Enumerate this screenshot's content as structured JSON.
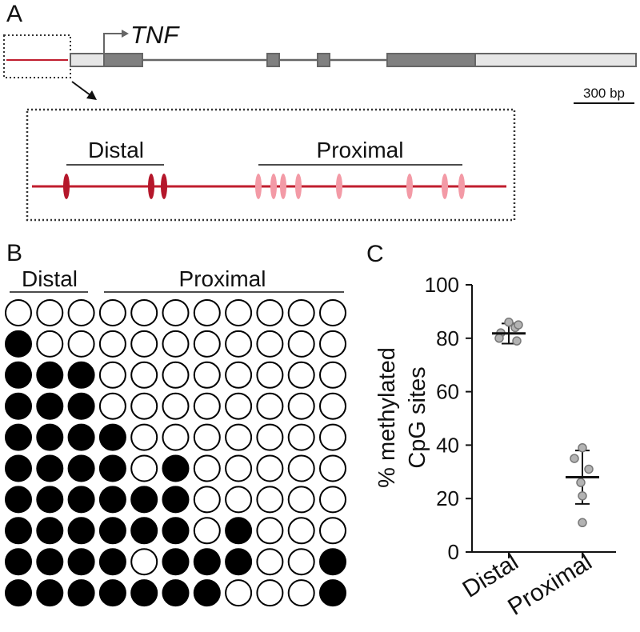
{
  "panel_a": {
    "label": "A",
    "gene_name": "TNF",
    "scalebar_label": "300 bp",
    "distal_label": "Distal",
    "proximal_label": "Proximal",
    "colors": {
      "cpg_region": "#c01d2e",
      "distal_site": "#b5172b",
      "proximal_site": "#f39aa6",
      "exon": "#808080",
      "utr": "#e6e6e6"
    }
  },
  "panel_b": {
    "label": "B",
    "distal_label": "Distal",
    "proximal_label": "Proximal",
    "columns_distal": 3,
    "columns_proximal": 8,
    "clones": [
      [
        0,
        0,
        0,
        0,
        0,
        0,
        0,
        0,
        0,
        0,
        0
      ],
      [
        1,
        0,
        0,
        0,
        0,
        0,
        0,
        0,
        0,
        0,
        0
      ],
      [
        1,
        1,
        1,
        0,
        0,
        0,
        0,
        0,
        0,
        0,
        0
      ],
      [
        1,
        1,
        1,
        0,
        0,
        0,
        0,
        0,
        0,
        0,
        0
      ],
      [
        1,
        1,
        1,
        1,
        0,
        0,
        0,
        0,
        0,
        0,
        0
      ],
      [
        1,
        1,
        1,
        1,
        0,
        1,
        0,
        0,
        0,
        0,
        0
      ],
      [
        1,
        1,
        1,
        1,
        1,
        1,
        0,
        0,
        0,
        0,
        0
      ],
      [
        1,
        1,
        1,
        1,
        1,
        1,
        0,
        1,
        0,
        0,
        0
      ],
      [
        1,
        1,
        1,
        1,
        0,
        1,
        1,
        1,
        0,
        0,
        1
      ],
      [
        1,
        1,
        1,
        1,
        1,
        1,
        1,
        0,
        0,
        0,
        1
      ]
    ]
  },
  "panel_c": {
    "label": "C",
    "chart_data": {
      "type": "scatter",
      "categories": [
        "Distal",
        "Proximal"
      ],
      "ylabel_lines": [
        "% methylated",
        "CpG sites"
      ],
      "ylim": [
        0,
        100
      ],
      "yticks": [
        0,
        20,
        40,
        60,
        80,
        100
      ],
      "series": [
        {
          "category": "Distal",
          "points": [
            82,
            84,
            86,
            85,
            80,
            79
          ],
          "mean": 81.8,
          "sd_low": 78,
          "sd_high": 85.5
        },
        {
          "category": "Proximal",
          "points": [
            39,
            35,
            31,
            26,
            21,
            11
          ],
          "mean": 28,
          "sd_low": 18,
          "sd_high": 38
        }
      ]
    }
  }
}
